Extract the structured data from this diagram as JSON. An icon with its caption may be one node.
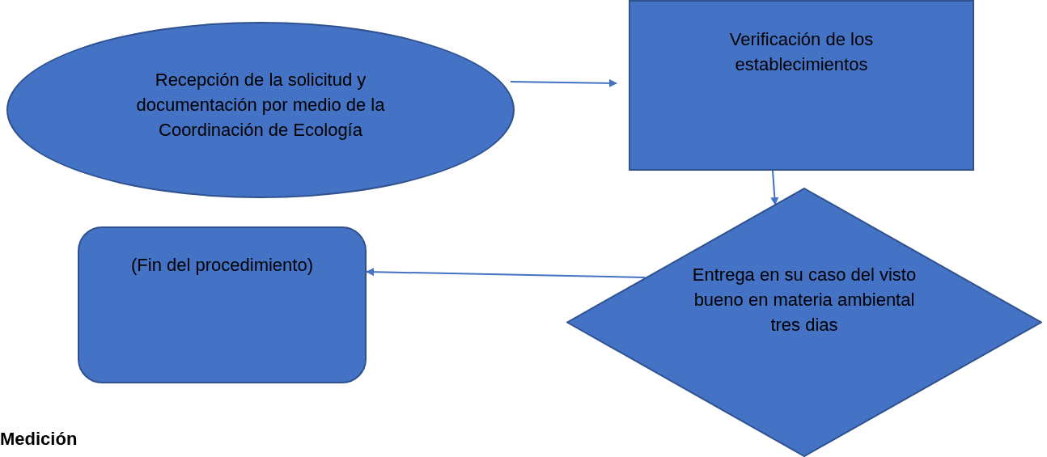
{
  "diagram": {
    "nodes": [
      {
        "text": [
          "Recepción de la solicitud y documentación por medio de la Coordinación de Ecología"
        ]
      },
      {
        "text": [
          "Verificación de los establecimientos"
        ]
      },
      {
        "text": [
          "Entrega en su caso del visto bueno en materia ambiental tres dias"
        ]
      },
      {
        "text": [
          "(Fin del procedimiento)"
        ]
      }
    ],
    "edges": [
      {
        "from": 0,
        "to": 1,
        "arrow": "to"
      },
      {
        "from": 1,
        "to": 2,
        "arrow": "to"
      },
      {
        "from": 2,
        "to": 3,
        "arrow": "to"
      }
    ],
    "labels": [
      "Medición"
    ]
  }
}
